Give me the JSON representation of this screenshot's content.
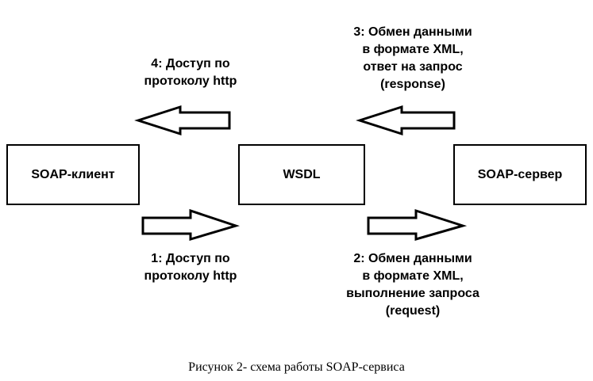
{
  "nodes": {
    "client": "SOAP-клиент",
    "wsdl": "WSDL",
    "server": "SOAP-сервер"
  },
  "edges": {
    "access_request": {
      "from": "client",
      "to": "wsdl",
      "lines": [
        "1: Доступ по",
        "протоколу http"
      ]
    },
    "exchange_request": {
      "from": "wsdl",
      "to": "server",
      "lines": [
        "2: Обмен данными",
        "в формате XML,",
        "выполнение запроса",
        "(request)"
      ]
    },
    "exchange_response": {
      "from": "server",
      "to": "wsdl",
      "lines": [
        "3: Обмен данными",
        "в формате XML,",
        "ответ на запрос",
        "(response)"
      ]
    },
    "access_response": {
      "from": "wsdl",
      "to": "client",
      "lines": [
        "4: Доступ по",
        "протоколу http"
      ]
    }
  },
  "caption": "Рисунок 2- схема работы SOAP-сервиса",
  "colors": {
    "stroke": "#000000",
    "fill": "#ffffff"
  }
}
